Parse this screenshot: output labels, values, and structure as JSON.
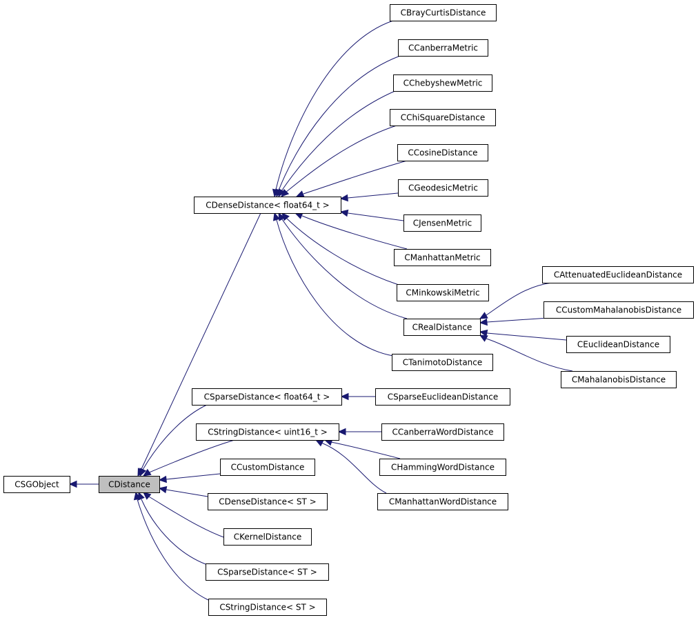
{
  "nodes": {
    "csgobject": "CSGObject",
    "cdistance": "CDistance",
    "cdense_f64": "CDenseDistance< float64_t >",
    "csparse_f64": "CSparseDistance< float64_t >",
    "cstring_u16": "CStringDistance< uint16_t >",
    "ccustom": "CCustomDistance",
    "cdense_st": "CDenseDistance< ST >",
    "ckernel": "CKernelDistance",
    "csparse_st": "CSparseDistance< ST >",
    "cstring_st": "CStringDistance< ST >",
    "cbraycurtis": "CBrayCurtisDistance",
    "ccanberra": "CCanberraMetric",
    "cchebyshew": "CChebyshewMetric",
    "cchisquare": "CChiSquareDistance",
    "ccosine": "CCosineDistance",
    "cgeodesic": "CGeodesicMetric",
    "cjensen": "CJensenMetric",
    "cmanhattan": "CManhattanMetric",
    "cminkowski": "CMinkowskiMetric",
    "creal": "CRealDistance",
    "ctanimoto": "CTanimotoDistance",
    "cattenuated": "CAttenuatedEuclideanDistance",
    "ccustommahal": "CCustomMahalanobisDistance",
    "ceuclidean": "CEuclideanDistance",
    "cmahalanobis": "CMahalanobisDistance",
    "csparseeuclid": "CSparseEuclideanDistance",
    "ccanberraword": "CCanberraWordDistance",
    "chammingword": "CHammingWordDistance",
    "cmanhattanword": "CManhattanWordDistance"
  },
  "current_node": "cdistance",
  "colors": {
    "edge": "#191970",
    "node_fill": "#ffffff",
    "current_fill": "#bfbfbf",
    "border": "#000000"
  }
}
